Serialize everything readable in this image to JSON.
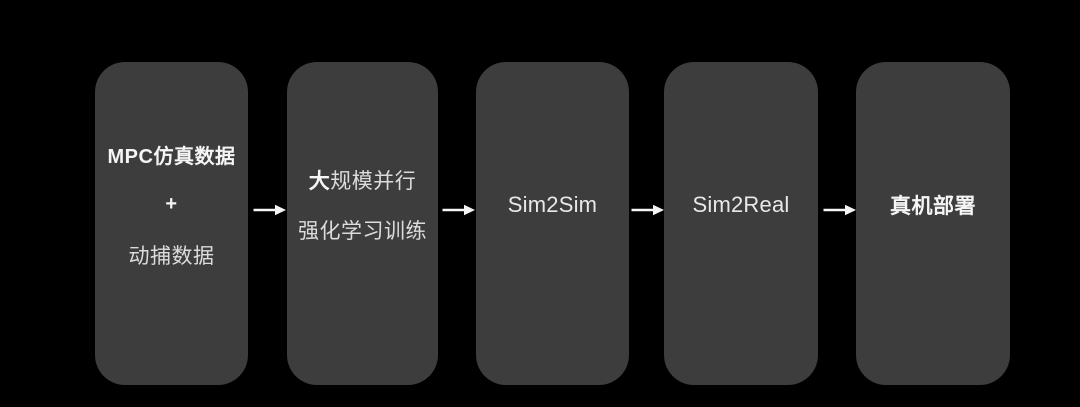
{
  "flow": {
    "background_color": "#000000",
    "box_color": "#3d3d3d",
    "bold_text_color": "#f5f5f5",
    "regular_text_color": "#dcdcdc",
    "arrow_color": "#f5f5f5",
    "arrow_count": 4,
    "arrow_direction": "right",
    "steps": [
      {
        "name": "mpc-and-mocap-data",
        "lines": [
          {
            "segments": [
              {
                "text": "MPC仿真数据",
                "bold": true
              }
            ]
          },
          {
            "segments": [
              {
                "text": "+",
                "bold": true
              }
            ]
          },
          {
            "segments": [
              {
                "text": "动捕数据",
                "bold": false
              }
            ]
          }
        ]
      },
      {
        "name": "massive-parallel-rl-training",
        "lines": [
          {
            "segments": [
              {
                "text": "大",
                "bold": true
              },
              {
                "text": "规模并行",
                "bold": false
              }
            ]
          },
          {
            "segments": [
              {
                "text": "强化学习训练",
                "bold": false
              }
            ]
          }
        ]
      },
      {
        "name": "sim2sim",
        "lines": [
          {
            "segments": [
              {
                "text": "Sim2Sim",
                "bold": false
              }
            ]
          }
        ]
      },
      {
        "name": "sim2real",
        "lines": [
          {
            "segments": [
              {
                "text": "Sim2Real",
                "bold": false
              }
            ]
          }
        ]
      },
      {
        "name": "real-robot-deployment",
        "lines": [
          {
            "segments": [
              {
                "text": "真机部署",
                "bold": true
              }
            ]
          }
        ]
      }
    ]
  }
}
